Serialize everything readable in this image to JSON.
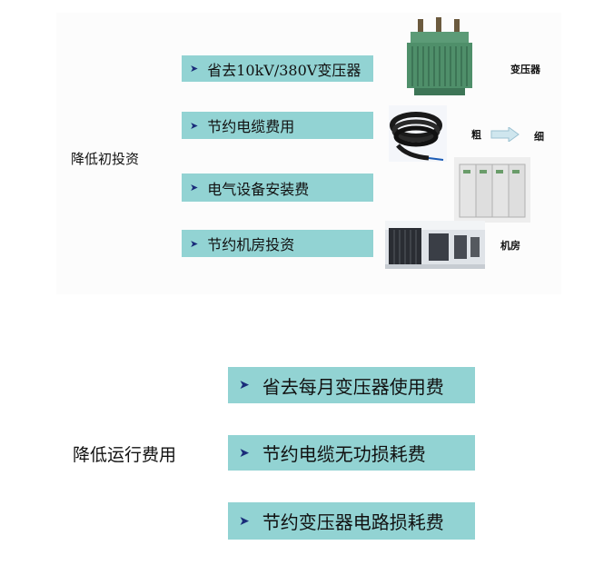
{
  "top_group": {
    "label": "降低初投资",
    "items": [
      "省去10kV/380V变压器",
      "节约电缆费用",
      "电气设备安装费",
      "节约机房投资"
    ]
  },
  "bottom_group": {
    "label": "降低运行费用",
    "items": [
      "省去每月变压器使用费",
      "节约电缆无功损耗费",
      "节约变压器电路损耗费"
    ]
  },
  "captions": {
    "transformer": "变压器",
    "thick": "粗",
    "thin": "细",
    "machine_room": "机房"
  },
  "colors": {
    "box": "#92d3d3",
    "arrow": "#1a2c7a",
    "transformer": "#4f8f6a"
  },
  "icons": {
    "bullet": "arrowhead-right",
    "flow": "arrow-right"
  }
}
